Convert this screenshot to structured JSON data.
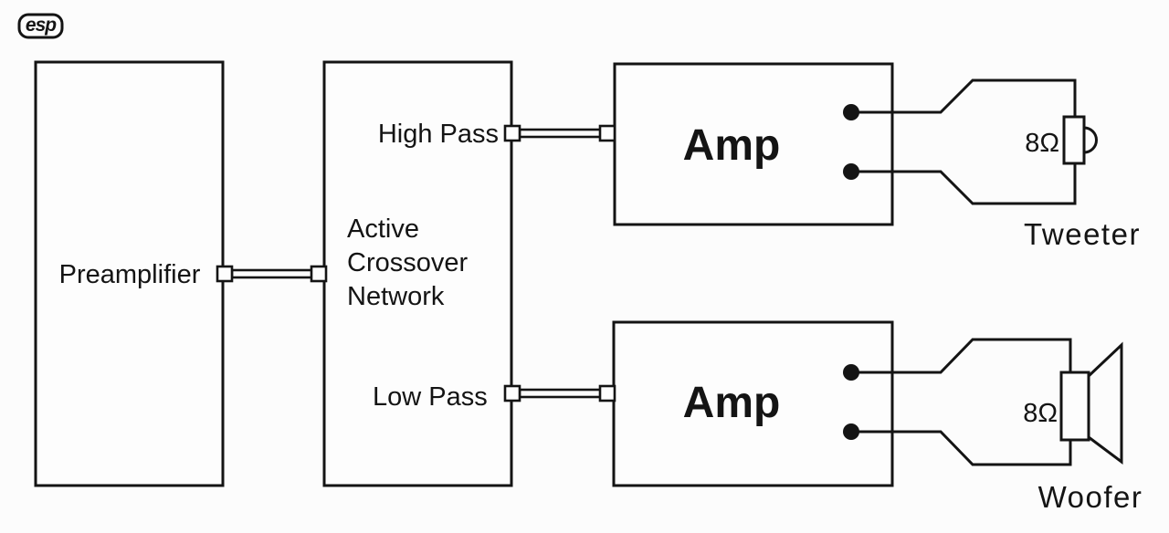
{
  "colors": {
    "background": "#fcfcfc",
    "line": "#141414",
    "text": "#141414"
  },
  "logo": {
    "text": "esp"
  },
  "preamplifier": {
    "label": "Preamplifier"
  },
  "crossover": {
    "high_pass_label": "High Pass",
    "name_lines": [
      "Active",
      "Crossover",
      "Network"
    ],
    "low_pass_label": "Low Pass"
  },
  "amplifiers": {
    "top_label": "Amp",
    "bottom_label": "Amp"
  },
  "tweeter": {
    "impedance": "8Ω",
    "label": "Tweeter"
  },
  "woofer": {
    "impedance": "8Ω",
    "label": "Woofer"
  }
}
